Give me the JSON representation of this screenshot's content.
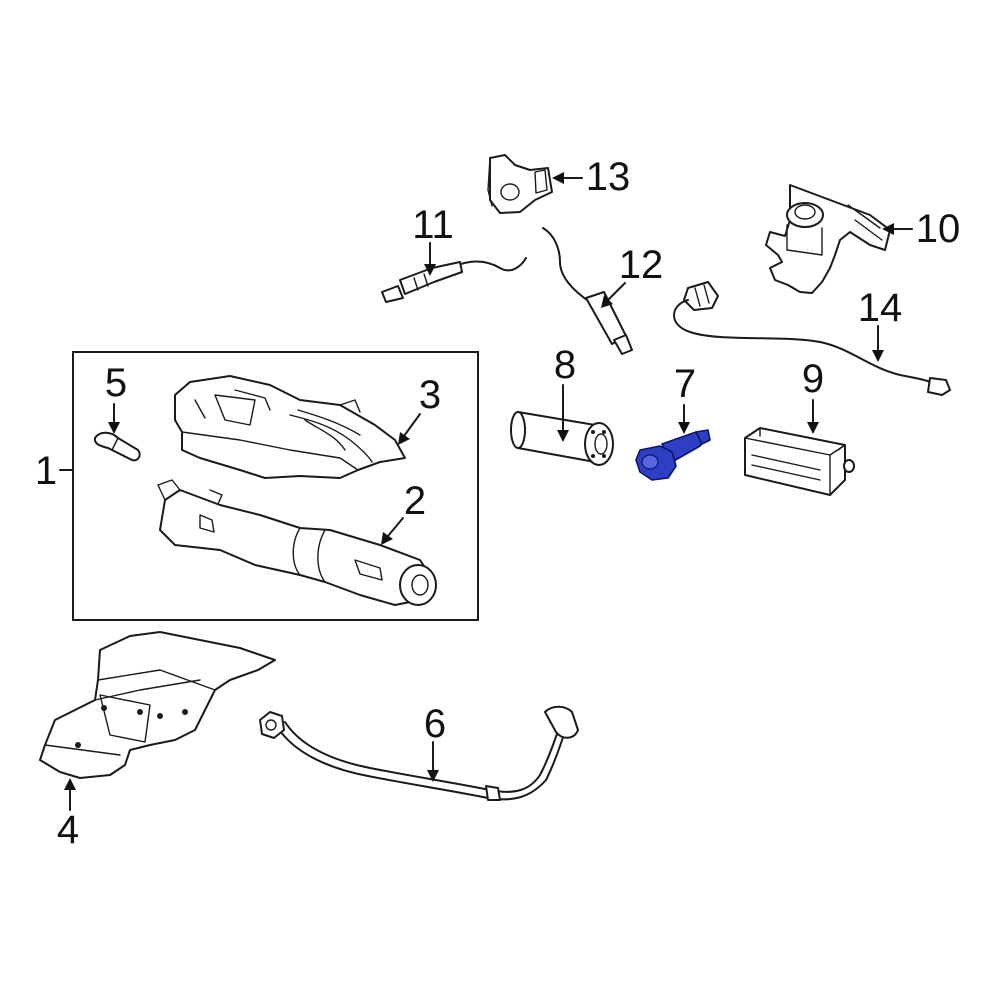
{
  "diagram": {
    "highlight_color": "#2f3fc4",
    "callouts": [
      {
        "id": "1",
        "label": "1"
      },
      {
        "id": "2",
        "label": "2"
      },
      {
        "id": "3",
        "label": "3"
      },
      {
        "id": "4",
        "label": "4"
      },
      {
        "id": "5",
        "label": "5"
      },
      {
        "id": "6",
        "label": "6"
      },
      {
        "id": "7",
        "label": "7",
        "highlighted": true
      },
      {
        "id": "8",
        "label": "8"
      },
      {
        "id": "9",
        "label": "9"
      },
      {
        "id": "10",
        "label": "10"
      },
      {
        "id": "11",
        "label": "11"
      },
      {
        "id": "12",
        "label": "12"
      },
      {
        "id": "13",
        "label": "13"
      },
      {
        "id": "14",
        "label": "14"
      }
    ]
  }
}
